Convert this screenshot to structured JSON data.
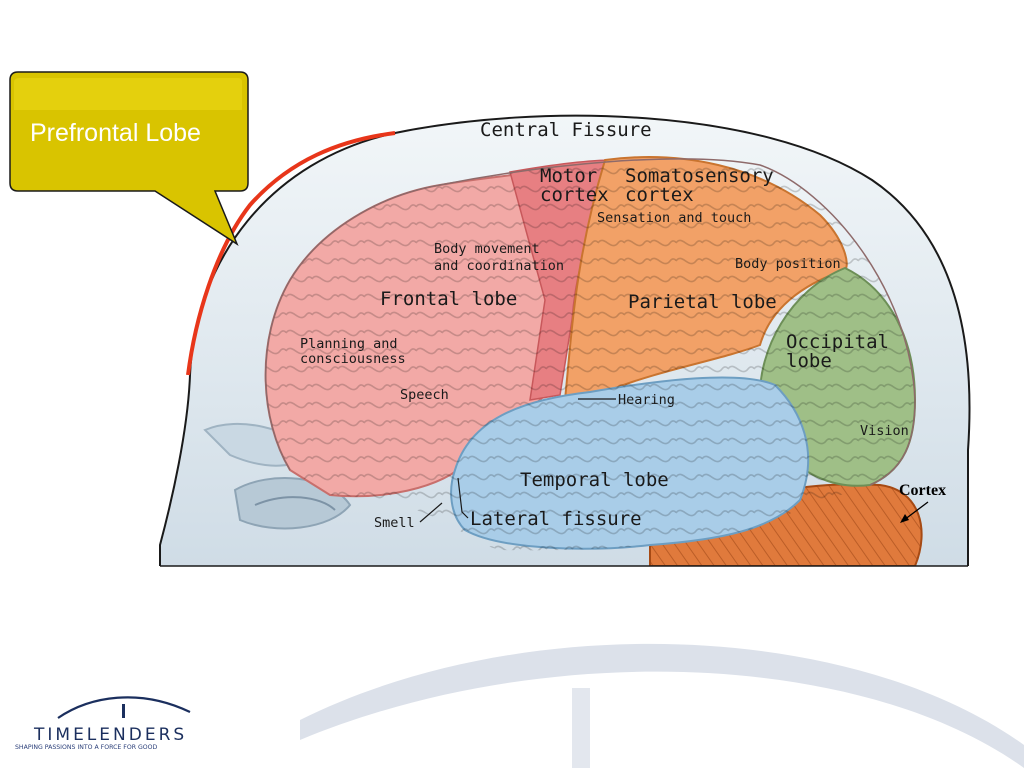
{
  "callout": {
    "text": "Prefrontal Lobe",
    "fill": "#d9c400",
    "highlight_color": "#e8361a"
  },
  "diagram": {
    "title_fissure": "Central Fissure",
    "labels": {
      "motor_cortex_1": "Motor",
      "motor_cortex_2": "cortex",
      "somatosensory_1": "Somatosensory",
      "somatosensory_2": "cortex",
      "sensation": "Sensation and touch",
      "body_movement_1": "Body movement",
      "body_movement_2": "and coordination",
      "body_position": "Body position",
      "frontal_lobe": "Frontal lobe",
      "parietal_lobe": "Parietal lobe",
      "occipital_1": "Occipital",
      "occipital_2": "lobe",
      "planning_1": "Planning and",
      "planning_2": "consciousness",
      "speech": "Speech",
      "hearing": "Hearing",
      "vision": "Vision",
      "temporal_lobe": "Temporal lobe",
      "smell": "Smell",
      "lateral_fissure": "Lateral fissure"
    },
    "cortex_annotation": "Cortex",
    "colors": {
      "frontal": "#f2a9a6",
      "motor": "#e77f82",
      "parietal": "#f2a167",
      "occipital": "#9fbf87",
      "temporal": "#a9cde8",
      "cerebellum": "#e07a3c",
      "head": "#dde8ee"
    }
  },
  "logo": {
    "name": "TIMELENDERS",
    "tagline": "SHAPING PASSIONS INTO A FORCE FOR GOOD",
    "color": "#1b2f5e"
  }
}
